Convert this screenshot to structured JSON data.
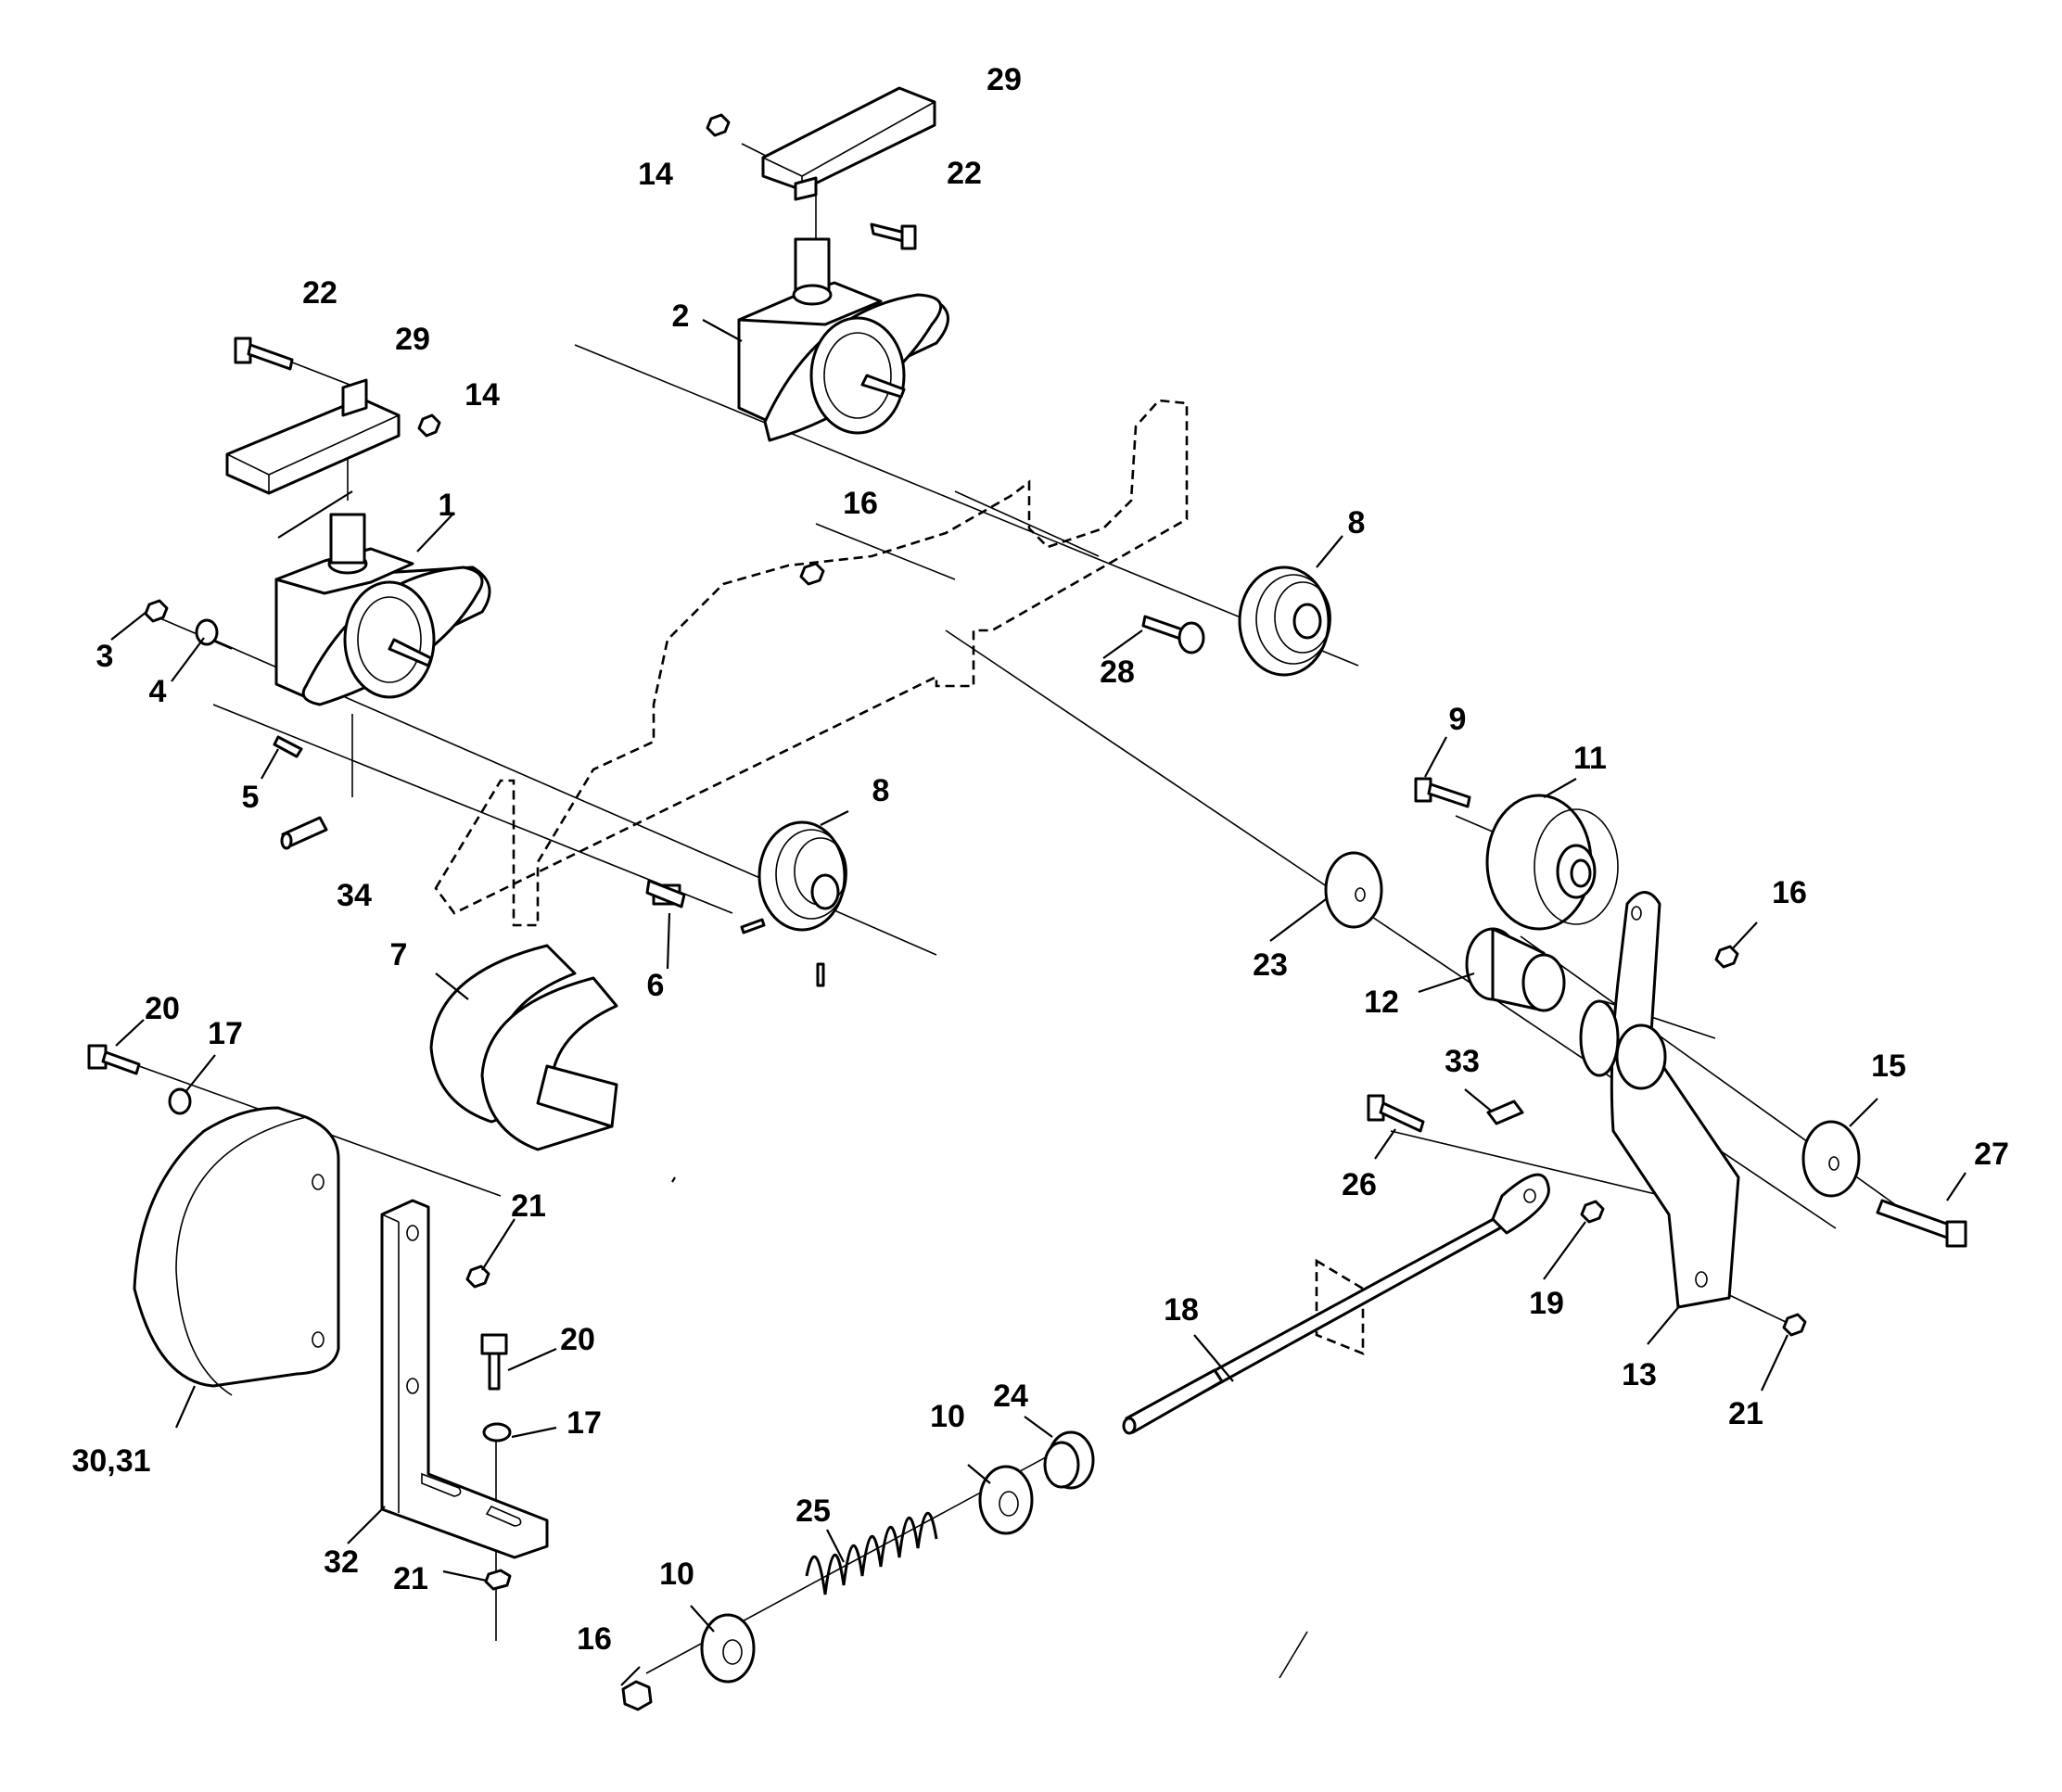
{
  "callouts": [
    {
      "id": "c1",
      "text": "1"
    },
    {
      "id": "c2",
      "text": "2"
    },
    {
      "id": "c3",
      "text": "3"
    },
    {
      "id": "c4",
      "text": "4"
    },
    {
      "id": "c5",
      "text": "5"
    },
    {
      "id": "c6",
      "text": "6"
    },
    {
      "id": "c7",
      "text": "7"
    },
    {
      "id": "c8a",
      "text": "8"
    },
    {
      "id": "c8b",
      "text": "8"
    },
    {
      "id": "c9",
      "text": "9"
    },
    {
      "id": "c10a",
      "text": "10"
    },
    {
      "id": "c10b",
      "text": "10"
    },
    {
      "id": "c11",
      "text": "11"
    },
    {
      "id": "c12",
      "text": "12"
    },
    {
      "id": "c13",
      "text": "13"
    },
    {
      "id": "c14a",
      "text": "14"
    },
    {
      "id": "c14b",
      "text": "14"
    },
    {
      "id": "c15",
      "text": "15"
    },
    {
      "id": "c16a",
      "text": "16"
    },
    {
      "id": "c16b",
      "text": "16"
    },
    {
      "id": "c16c",
      "text": "16"
    },
    {
      "id": "c17a",
      "text": "17"
    },
    {
      "id": "c17b",
      "text": "17"
    },
    {
      "id": "c18",
      "text": "18"
    },
    {
      "id": "c19",
      "text": "19"
    },
    {
      "id": "c20a",
      "text": "20"
    },
    {
      "id": "c20b",
      "text": "20"
    },
    {
      "id": "c21a",
      "text": "21"
    },
    {
      "id": "c21b",
      "text": "21"
    },
    {
      "id": "c21c",
      "text": "21"
    },
    {
      "id": "c22a",
      "text": "22"
    },
    {
      "id": "c22b",
      "text": "22"
    },
    {
      "id": "c23",
      "text": "23"
    },
    {
      "id": "c24",
      "text": "24"
    },
    {
      "id": "c25",
      "text": "25"
    },
    {
      "id": "c26",
      "text": "26"
    },
    {
      "id": "c27",
      "text": "27"
    },
    {
      "id": "c28",
      "text": "28"
    },
    {
      "id": "c29a",
      "text": "29"
    },
    {
      "id": "c29b",
      "text": "29"
    },
    {
      "id": "c30_31",
      "text": "30,31"
    },
    {
      "id": "c32",
      "text": "32"
    },
    {
      "id": "c33",
      "text": "33"
    },
    {
      "id": "c34",
      "text": "34"
    }
  ]
}
